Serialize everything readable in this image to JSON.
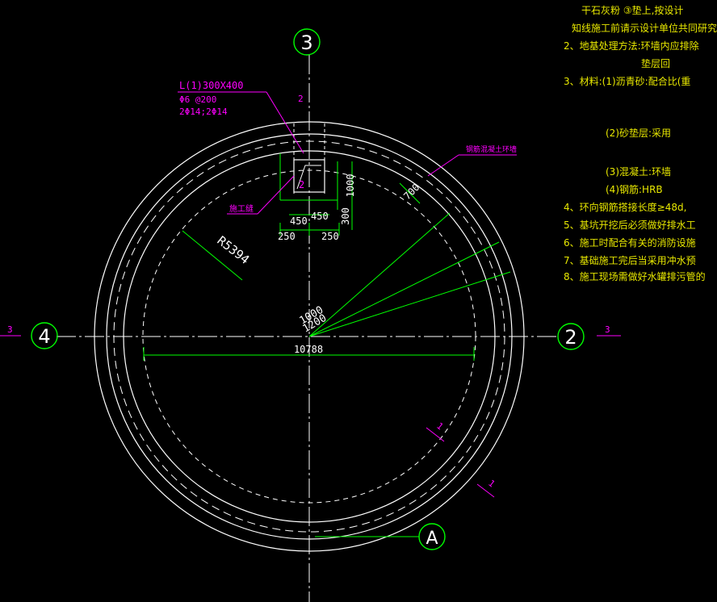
{
  "colors": {
    "background": "#000000",
    "ring": "#ffffff",
    "axis": "#ffffff",
    "grid_bubble": "#00ff00",
    "dimension": "#00ff00",
    "leader": "#ff00ff",
    "note_text": "#ffff00",
    "rebar_text": "#ff00ff",
    "dim_text": "#ffffff"
  },
  "grid_bubbles": {
    "top": "3",
    "left": "4",
    "right": "2",
    "bottom": "A"
  },
  "section_marks": {
    "left": "3",
    "right": "3",
    "top_small": "2",
    "lower_right_1": "1",
    "lower_right_2": "1"
  },
  "beam_label": {
    "line1": "L(1)300X400",
    "line2": "Φ6 @200",
    "line3": "2Φ14;2Φ14"
  },
  "tags": {
    "ring_beam": "钢筋混凝土环墙",
    "construction_joint": "施工缝",
    "small_2": "2"
  },
  "dimensions": {
    "radius_label": "R5394",
    "diameter": "10788",
    "d1": "1000",
    "d2": "1200",
    "d_upper": "700",
    "d_side": "1000",
    "d_300": "300",
    "d_450a": "450",
    "d_450b": "450",
    "d_250a": "250",
    "d_250b": "250"
  },
  "notes": [
    "干石灰粉  ③垫上,按设计",
    "知线施工前请示设计单位共同研究",
    "2、地基处理方法:环墙内应排除",
    "垫层回",
    "3、材料:(1)沥青砂:配合比(重",
    "(2)砂垫层:采用",
    "(3)混凝土:环墙",
    "(4)钢筋:HRB",
    "4、环向钢筋搭接长度≥48d,",
    "5、基坑开挖后必须做好排水工",
    "6、施工时配合有关的消防设施",
    "7、基础施工完后当采用冲水预",
    "8、施工现场需做好水罐排污管的"
  ]
}
